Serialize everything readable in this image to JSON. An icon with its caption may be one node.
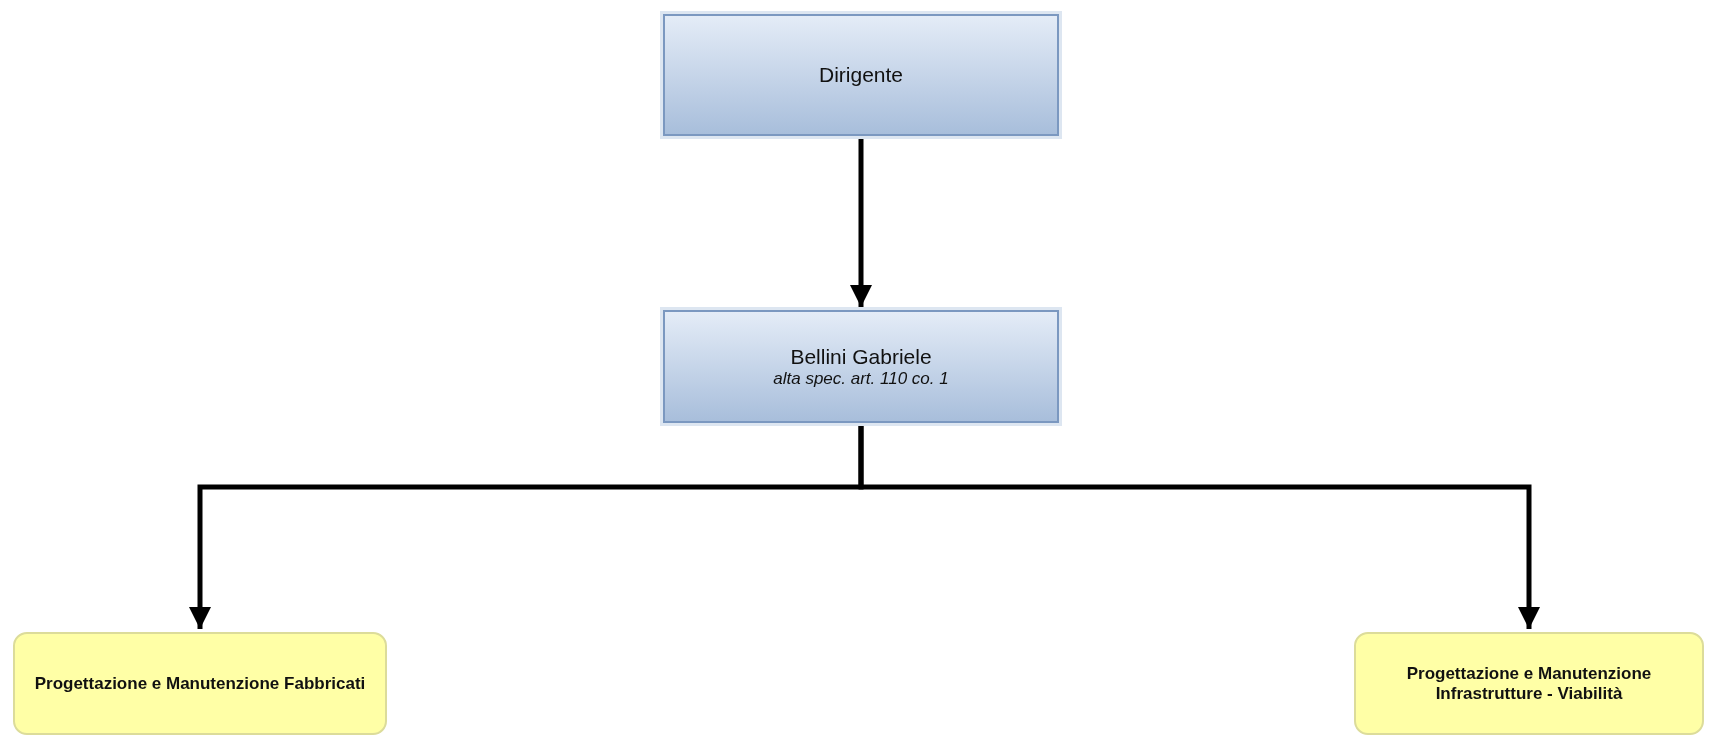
{
  "diagram": {
    "nodes": [
      {
        "text": [
          "Dirigente"
        ]
      },
      {
        "text": [
          "Bellini Gabriele",
          "alta spec. art. 110 co. 1"
        ]
      },
      {
        "text": [
          "Progettazione e Manutenzione Fabbricati"
        ]
      },
      {
        "text": [
          "Progettazione e Manutenzione Infrastrutture - Viabilità"
        ]
      }
    ],
    "edges": [
      {
        "from": 0,
        "to": 1,
        "arrow": "to"
      },
      {
        "from": 1,
        "to": 2,
        "arrow": "to"
      },
      {
        "from": 1,
        "to": 3,
        "arrow": "to"
      }
    ]
  }
}
